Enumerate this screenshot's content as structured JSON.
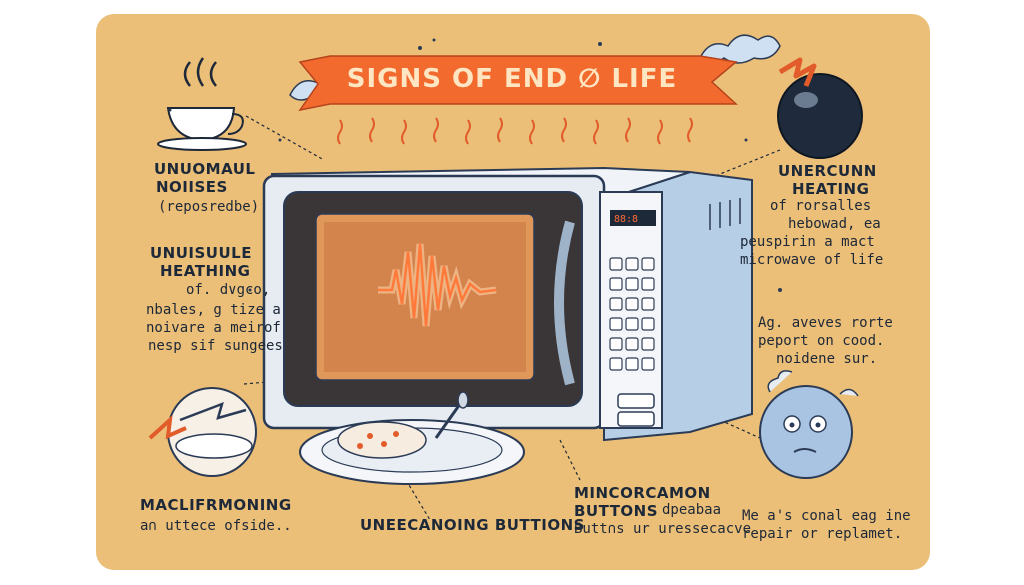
{
  "title": "SIGNS OF END ∅ LIFE",
  "labels": {
    "noises_title_1": "UNUOMAUL",
    "noises_title_2": "NOIISES",
    "noises_sub": "(reposredbe)",
    "heating_left_title_1": "UNUISUULE",
    "heating_left_title_2": "HEATHING",
    "heating_left_body_1": "of. d∨gco,",
    "heating_left_body_2": "nbales, g tize a",
    "heating_left_body_3": "noivare a meirof",
    "heating_left_body_4": "nesp sif sungees",
    "uneven_title_1": "UNERCUNN",
    "uneven_title_2": "HEATING",
    "uneven_body_1": "of rorsalles",
    "uneven_body_2": "hebowad, ea",
    "uneven_body_3": "peuspirin a mact",
    "uneven_body_4": "microwave of life",
    "age_body_1": "Ag. aveves rorte",
    "age_body_2": "peport on cood.",
    "age_body_3": "noidene sur.",
    "malfunction_title": "MACLIFRMONING",
    "malfunction_body": "a∩ uttece ofside..",
    "unresponsive_title": "UNEECANOING BUTTIONS",
    "buttons_title_1": "MINCORCAMON",
    "buttons_title_2": "BUTTONS",
    "buttons_title_3": "dpeabaa",
    "buttons_body": "Butt∩s ur uressecacve",
    "repair_body_1": "Me a's conal eag ine",
    "repair_body_2": "repair or replamet."
  },
  "display": {
    "clock": "88:8"
  },
  "colors": {
    "background": "#ebbf78",
    "banner": "#f26a2e",
    "ink": "#1d2838",
    "wave": "#ff7a3a",
    "steel": "#e7ecf2"
  },
  "icons": [
    "coffee-cup-icon",
    "bomb-icon",
    "cracked-plate-icon",
    "stressed-character-icon",
    "lightning-bolt-icon"
  ]
}
